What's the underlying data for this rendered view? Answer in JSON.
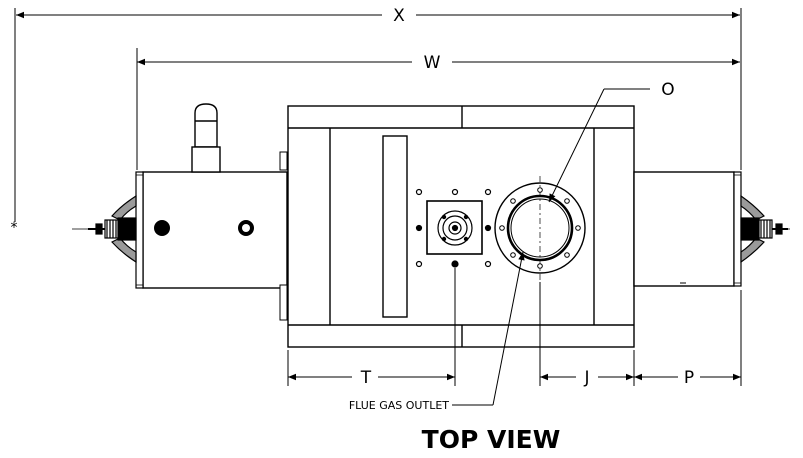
{
  "drawing": {
    "title": "TOP VIEW",
    "note": "FLUE GAS OUTLET",
    "reference_mark": "*",
    "dimensions": {
      "x": "X",
      "w": "W",
      "o": "O",
      "t": "T",
      "j": "J",
      "p": "P"
    },
    "colors": {
      "line": "#000000",
      "background": "#ffffff",
      "fill_dark": "#000000",
      "fill_gray": "#9a9a9a"
    }
  }
}
